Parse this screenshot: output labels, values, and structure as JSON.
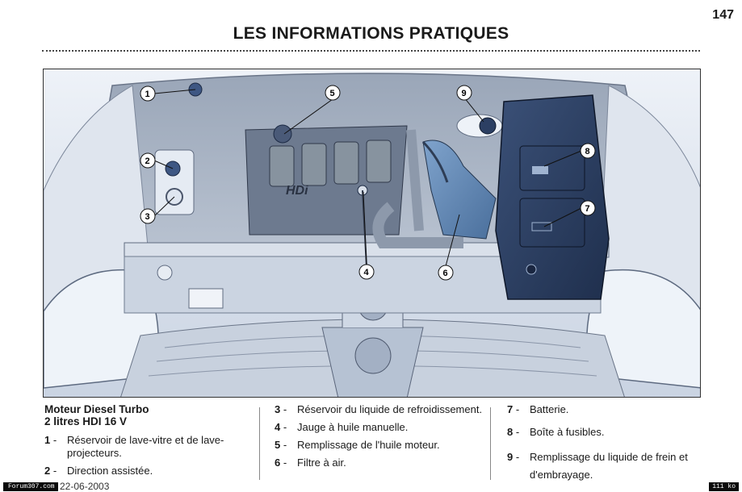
{
  "page": {
    "number": "147",
    "title": "LES INFORMATIONS PRATIQUES"
  },
  "figure": {
    "engine_cover_label": "HDi",
    "callouts": [
      "1",
      "2",
      "3",
      "4",
      "5",
      "6",
      "7",
      "8",
      "9"
    ]
  },
  "legend": {
    "engine_title_line1": "Moteur Diesel Turbo",
    "engine_title_line2": "2 litres HDI 16 V",
    "items": [
      {
        "num": "1",
        "text": "Réservoir de lave-vitre et de lave-projecteurs."
      },
      {
        "num": "2",
        "text": "Direction assistée."
      },
      {
        "num": "3",
        "text": "Réservoir du liquide de refroidissement."
      },
      {
        "num": "4",
        "text": "Jauge à huile manuelle."
      },
      {
        "num": "5",
        "text": "Remplissage de l'huile moteur."
      },
      {
        "num": "6",
        "text": "Filtre à air."
      },
      {
        "num": "7",
        "text": "Batterie."
      },
      {
        "num": "8",
        "text": "Boîte à fusibles."
      },
      {
        "num": "9",
        "text": "Remplissage du liquide de frein et d'embrayage."
      }
    ]
  },
  "footer": {
    "site": "Forum307.com",
    "date": "22-06-2003",
    "size": "111 ko"
  },
  "colors": {
    "body_paint": "#d8e0ec",
    "fuse_box": "#2c3f63",
    "air_duct": "#5f86b5"
  }
}
